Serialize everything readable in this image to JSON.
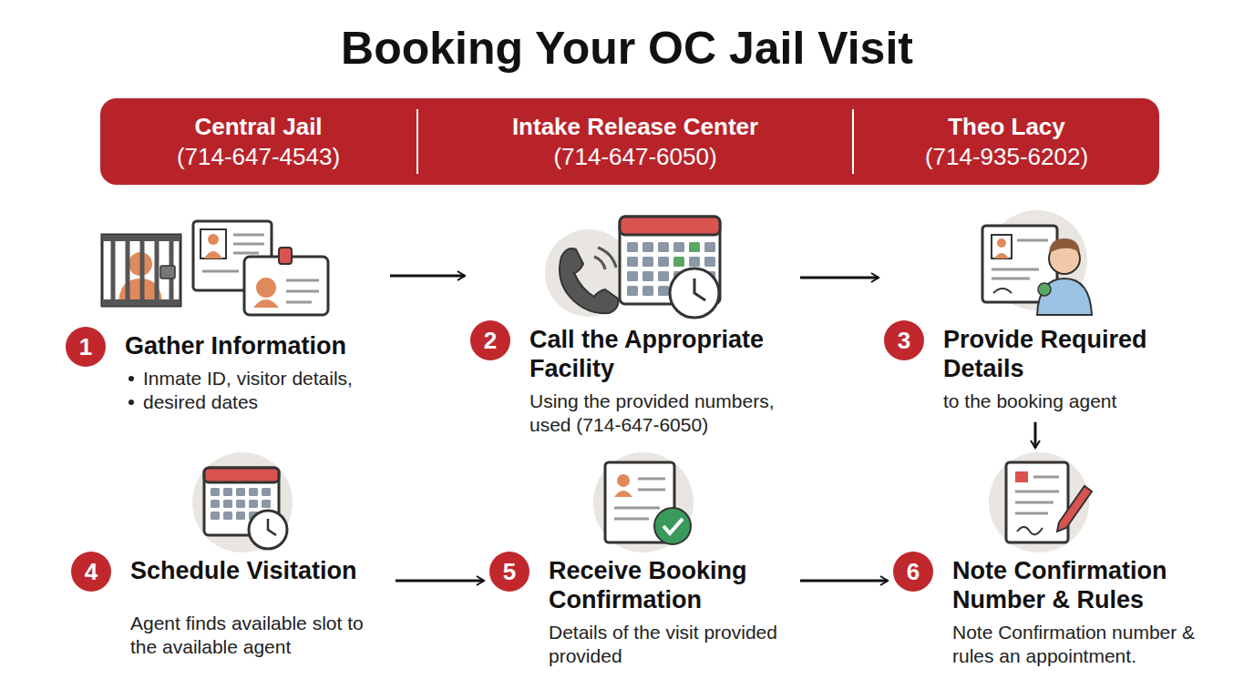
{
  "diagram": {
    "title": "Booking Your OC Jail Visit",
    "nodes": [
      {
        "text": []
      },
      {
        "text": [
          "Central Jail",
          "(714-647-4543)"
        ],
        "in": 0
      },
      {
        "text": [
          "Intake Release Center",
          "(714-647-6050)"
        ],
        "in": 0
      },
      {
        "text": [
          "Theo Lacy",
          "(714-935-6202)"
        ],
        "in": 0
      },
      {
        "text": [
          "1",
          "Gather Information",
          "Inmate ID, visitor details,",
          "desired dates"
        ]
      },
      {
        "text": [
          "2",
          "Call the Appropriate Facility",
          "Using the provided numbers, used (714-647-6050)"
        ]
      },
      {
        "text": [
          "3",
          "Provide Required Details",
          "to the booking agent"
        ]
      },
      {
        "text": [
          "4",
          "Schedule Visitation",
          "Agent finds available slot to the available agent"
        ]
      },
      {
        "text": [
          "5",
          "Receive Booking Confirmation",
          "Details of the visit provided provided"
        ]
      },
      {
        "text": [
          "6",
          "Note Confirmation Number & Rules",
          "Note Confirmation number & rules an appointment."
        ]
      }
    ],
    "edges": [
      {
        "from": 4,
        "to": 5,
        "arrow": "to"
      },
      {
        "from": 5,
        "to": 6,
        "arrow": "to"
      },
      {
        "from": 6,
        "to": 9,
        "arrow": "to"
      },
      {
        "from": 7,
        "to": 8,
        "arrow": "to"
      },
      {
        "from": 8,
        "to": 9,
        "arrow": "to"
      }
    ]
  }
}
